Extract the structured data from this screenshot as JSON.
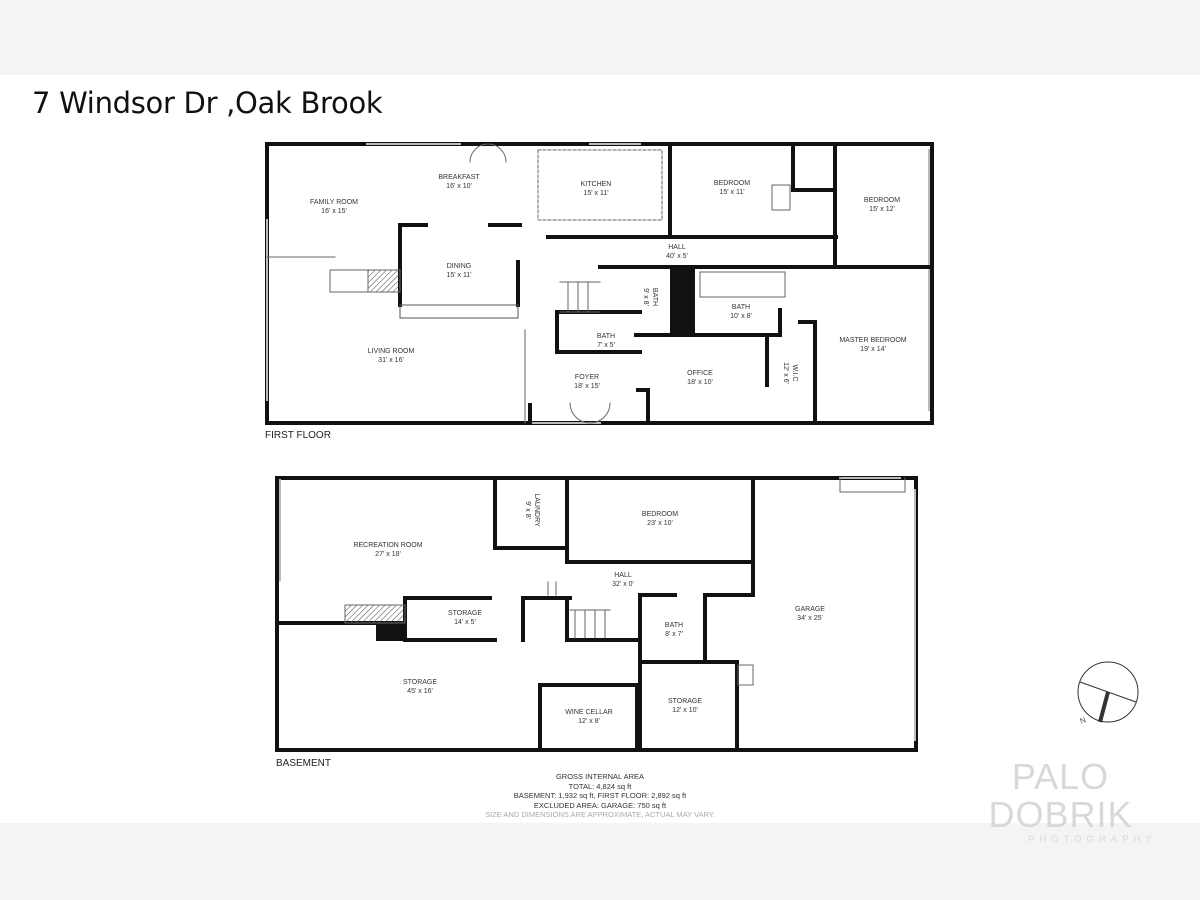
{
  "title": "7 Windsor Dr ,Oak Brook",
  "floors": {
    "first": {
      "label": "FIRST FLOOR",
      "rooms": [
        {
          "name": "FAMILY ROOM",
          "size": "16' x 15'"
        },
        {
          "name": "BREAKFAST",
          "size": "16' x 10'"
        },
        {
          "name": "KITCHEN",
          "size": "15' x 11'"
        },
        {
          "name": "BEDROOM",
          "size": "15' x 11'"
        },
        {
          "name": "BEDROOM",
          "size": "15' x 12'"
        },
        {
          "name": "HALL",
          "size": "40' x 5'"
        },
        {
          "name": "DINING",
          "size": "15' x 11'"
        },
        {
          "name": "BATH",
          "size": "9' x 8'"
        },
        {
          "name": "BATH",
          "size": "10' x 8'"
        },
        {
          "name": "BATH",
          "size": "7' x 5'"
        },
        {
          "name": "MASTER BEDROOM",
          "size": "19' x 14'"
        },
        {
          "name": "LIVING ROOM",
          "size": "31' x 16'"
        },
        {
          "name": "FOYER",
          "size": "18' x 15'"
        },
        {
          "name": "OFFICE",
          "size": "18' x 10'"
        },
        {
          "name": "W.I.C",
          "size": "12' x 6'"
        }
      ]
    },
    "basement": {
      "label": "BASEMENT",
      "rooms": [
        {
          "name": "RECREATION ROOM",
          "size": "27' x 18'"
        },
        {
          "name": "LAUNDRY",
          "size": "9' x 8'"
        },
        {
          "name": "BEDROOM",
          "size": "23' x 10'"
        },
        {
          "name": "HALL",
          "size": "32' x 0'"
        },
        {
          "name": "STORAGE",
          "size": "14' x 5'"
        },
        {
          "name": "BATH",
          "size": "8' x 7'"
        },
        {
          "name": "GARAGE",
          "size": "34' x 25'"
        },
        {
          "name": "STORAGE",
          "size": "45' x 16'"
        },
        {
          "name": "WINE CELLAR",
          "size": "12' x 8'"
        },
        {
          "name": "STORAGE",
          "size": "12' x 10'"
        }
      ]
    }
  },
  "area_summary": {
    "heading": "GROSS INTERNAL AREA",
    "total": "TOTAL: 4,824 sq ft",
    "breakdown": "BASEMENT: 1,932 sq ft, FIRST FLOOR: 2,892 sq ft",
    "excluded": "EXCLUDED AREA: GARAGE: 750 sq ft",
    "note": "SIZE AND DIMENSIONS ARE APPROXIMATE, ACTUAL MAY VARY."
  },
  "watermark": {
    "name": "PALO DOBRIK",
    "sub": "PHOTOGRAPHY"
  },
  "compass": {
    "label": "N",
    "icon": "compass-icon"
  }
}
